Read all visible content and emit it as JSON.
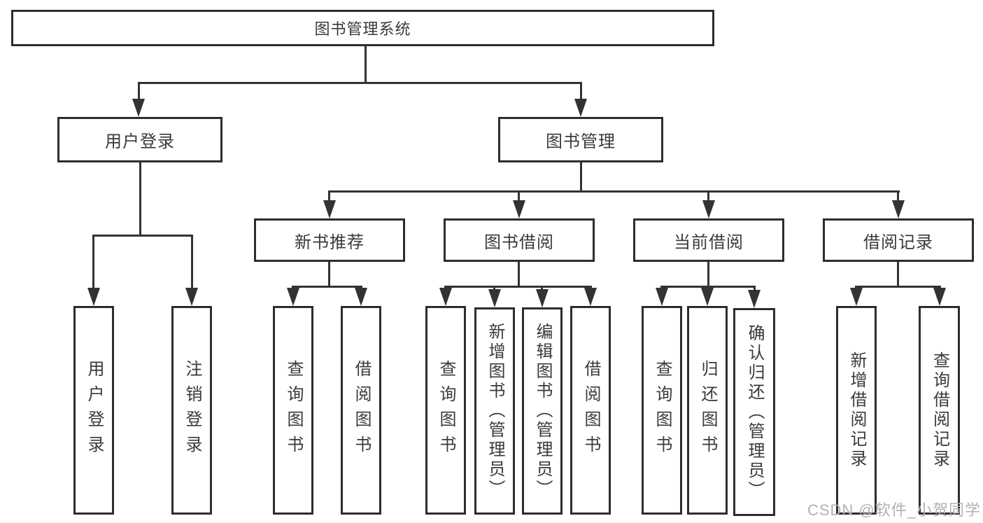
{
  "diagram": {
    "root": {
      "label": "图书管理系统"
    },
    "level2": {
      "user_login": {
        "label": "用户登录"
      },
      "book_mgmt": {
        "label": "图书管理"
      }
    },
    "level3": {
      "new_book_rec": {
        "label": "新书推荐"
      },
      "book_borrow": {
        "label": "图书借阅"
      },
      "current_borrow": {
        "label": "当前借阅"
      },
      "borrow_records": {
        "label": "借阅记录"
      }
    },
    "leaves": {
      "user_login_leaf": {
        "label": "用户登录"
      },
      "logout_leaf": {
        "label": "注销登录"
      },
      "nbr_query_books": {
        "label": "查询图书"
      },
      "nbr_borrow_books": {
        "label": "借阅图书"
      },
      "bb_query_books": {
        "label": "查询图书"
      },
      "bb_add_books": {
        "label": "新增图书（管理员）"
      },
      "bb_edit_books": {
        "label": "编辑图书（管理员）"
      },
      "bb_borrow_books": {
        "label": "借阅图书"
      },
      "cb_query_books": {
        "label": "查询图书"
      },
      "cb_return_books": {
        "label": "归还图书"
      },
      "cb_confirm_return": {
        "label": "确认归还（管理员）"
      },
      "br_add_record": {
        "label": "新增借阅记录"
      },
      "br_query_record": {
        "label": "查询借阅记录"
      }
    }
  },
  "watermark": "CSDN @软件_小贺同学",
  "colors": {
    "line": "#333333",
    "box_border": "#2d2d2d",
    "text": "#3a3a3a",
    "watermark": "#b2b2b5",
    "background": "#ffffff"
  }
}
